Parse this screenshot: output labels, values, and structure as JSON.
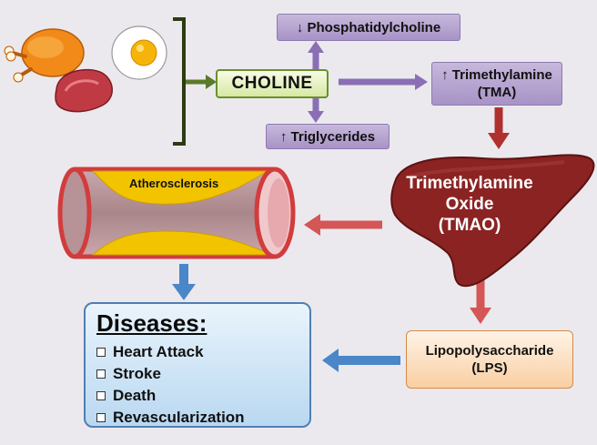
{
  "food": {
    "icon_names": [
      "chicken-icon",
      "egg-icon",
      "steak-icon"
    ]
  },
  "nodes": {
    "choline": "CHOLINE",
    "phosphatidylcholine": "↓ Phosphatidylcholine",
    "triglycerides": "↑ Triglycerides",
    "tma_line1": "↑ Trimethylamine",
    "tma_line2": "(TMA)",
    "tmao_line1": "Trimethylamine",
    "tmao_line2": "Oxide",
    "tmao_line3": "(TMAO)",
    "lps_line1": "Lipopolysaccharide",
    "lps_line2": "(LPS)",
    "atherosclerosis": "Atherosclerosis"
  },
  "diseases": {
    "title": "Diseases:",
    "items": [
      "Heart Attack",
      "Stroke",
      "Death",
      "Revascularization"
    ]
  },
  "colors": {
    "purple_arrow": "#8a6fb5",
    "red_arrow": "#c84a4a",
    "blue_arrow": "#4a86c8",
    "green_arrow": "#5a7a2a",
    "liver": "#8b2323",
    "plaque": "#f2c400"
  }
}
